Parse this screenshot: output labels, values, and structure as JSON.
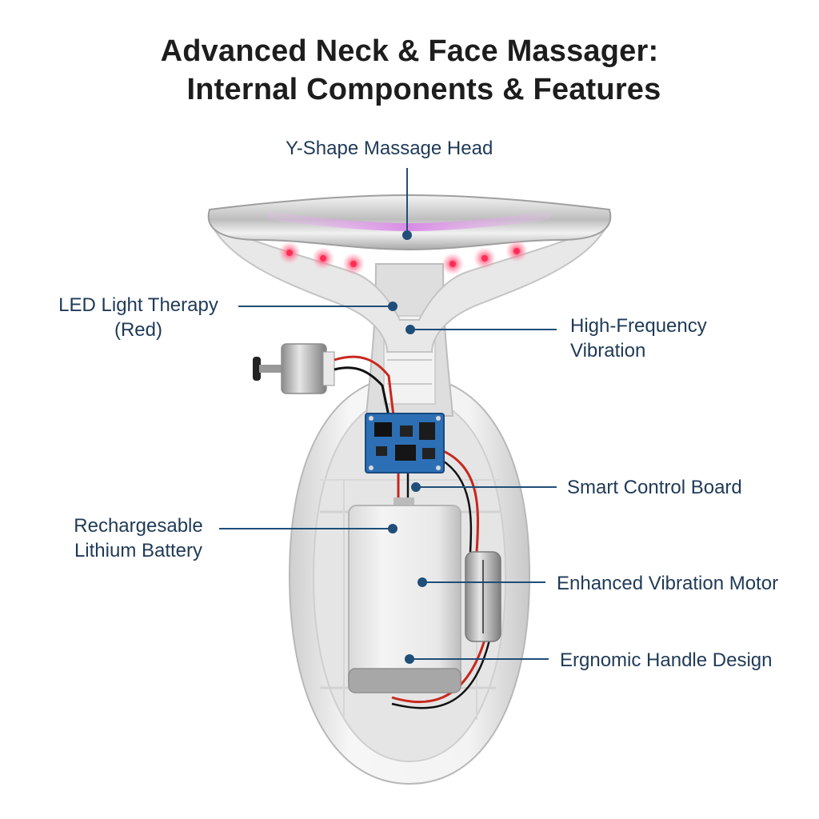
{
  "title": {
    "line1": "Advanced Neck & Face Massager:",
    "line2": "Internal Components & Features"
  },
  "labels": {
    "head": "Y-Shape Massage Head",
    "led_line1": "LED Light Therapy",
    "led_line2": "(Red)",
    "vibration_line1": "High-Frequency",
    "vibration_line2": "Vibration",
    "board": "Smart Control Board",
    "battery_line1": "Rechargesable",
    "battery_line2": "Lithium Battery",
    "motor": "Enhanced Vibration Motor",
    "handle": "Ergnomic Handle Design"
  },
  "colors": {
    "callout": "#1f4e79",
    "text": "#1f3a57",
    "led": "#ff3b6b",
    "light_bar": "#e9a6f2",
    "pcb": "#2d6fb5",
    "shell": "#ececec"
  }
}
